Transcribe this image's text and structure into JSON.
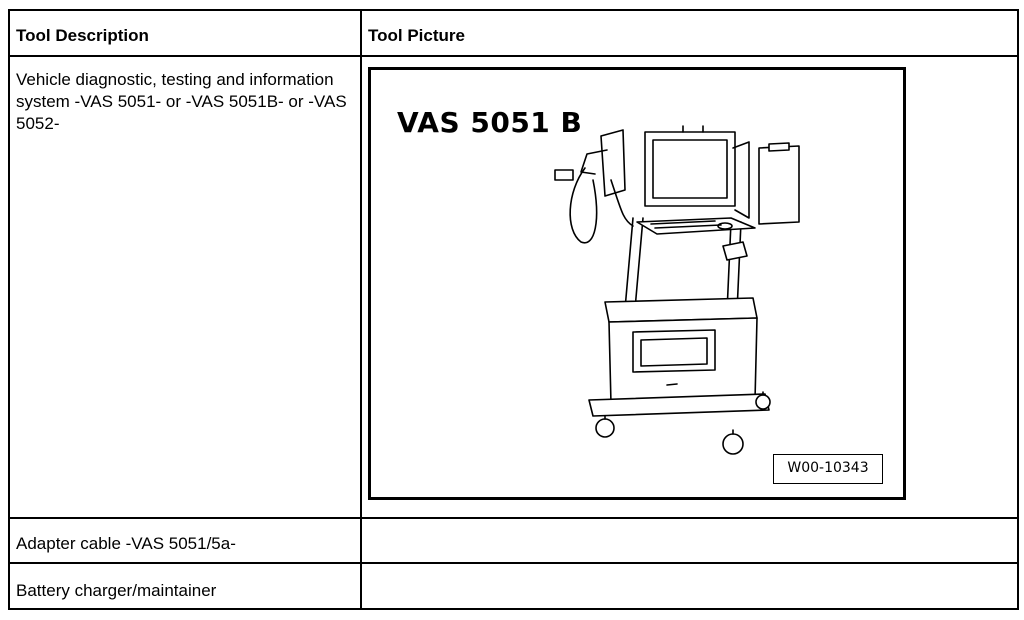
{
  "table": {
    "headers": {
      "description": "Tool Description",
      "picture": "Tool Picture"
    },
    "rows": [
      {
        "description": "Vehicle diagnostic, testing and information system -VAS 5051- or -VAS 5051B- or -VAS 5052-",
        "image_label": "VAS 5051 B",
        "image_code": "W00-10343"
      },
      {
        "description": "Adapter cable -VAS 5051/5a-"
      },
      {
        "description": "Battery charger/maintainer"
      }
    ]
  }
}
